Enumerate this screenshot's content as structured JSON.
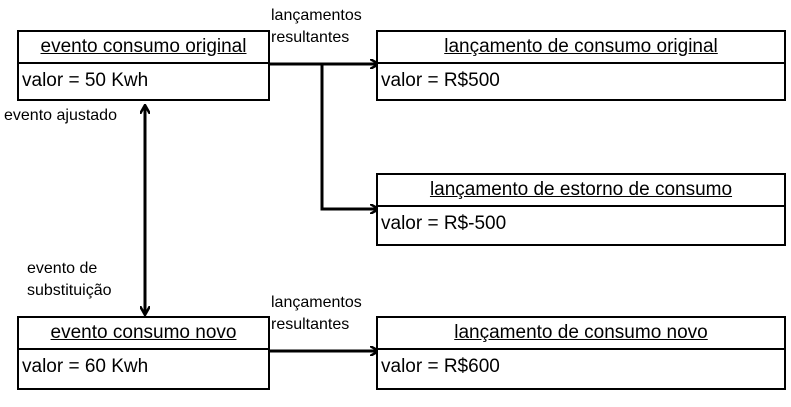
{
  "events": {
    "original": {
      "title": "evento consumo original",
      "value": "valor = 50 Kwh"
    },
    "novo": {
      "title": "evento consumo novo",
      "value": "valor = 60 Kwh"
    }
  },
  "entries": {
    "original": {
      "title": "lançamento de consumo original",
      "value": "valor = R$500"
    },
    "estorno": {
      "title": "lançamento de estorno de consumo",
      "value": "valor = R$-500"
    },
    "novo": {
      "title": "lançamento de consumo novo",
      "value": "valor = R$600"
    }
  },
  "labels": {
    "resultantes_top_1": "lançamentos",
    "resultantes_top_2": "resultantes",
    "resultantes_bottom_1": "lançamentos",
    "resultantes_bottom_2": "resultantes",
    "evento_ajustado": "evento ajustado",
    "substituicao_1": "evento de",
    "substituicao_2": "substituição"
  }
}
